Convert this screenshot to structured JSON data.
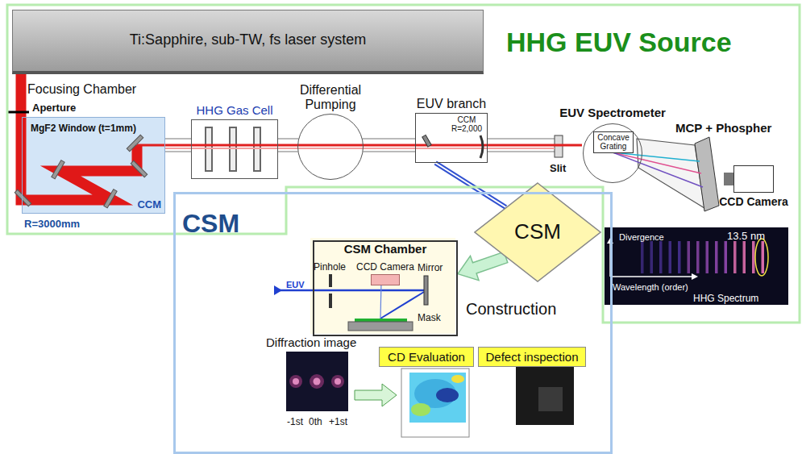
{
  "diagram": {
    "nodes": [
      {
        "text": [
          "HHG EUV Source"
        ]
      },
      {
        "text": [
          "Ti:Sapphire, sub-TW, fs laser system"
        ],
        "in": 0
      },
      {
        "text": [
          "Focusing Chamber",
          "MgF2 Window (t=1mm)",
          "CCM"
        ],
        "in": 0
      },
      {
        "text": [
          "HHG Gas Cell"
        ],
        "in": 0
      },
      {
        "text": [
          "Differential Pumping"
        ],
        "in": 0
      },
      {
        "text": [
          "EUV branch",
          "CCM R=2,000"
        ],
        "in": 0
      },
      {
        "text": [
          "EUV Spectrometer"
        ],
        "in": 0
      },
      {
        "text": [
          "Concave Grating"
        ],
        "in": 6
      },
      {
        "text": [
          "CCD Camera"
        ],
        "in": 0
      },
      {
        "text": [
          "CSM"
        ]
      },
      {
        "text": [
          "CSM"
        ]
      },
      {
        "text": [
          "CSM Chamber"
        ],
        "in": 10
      },
      {
        "text": [
          "CCD Camera"
        ],
        "in": 11
      },
      {
        "text": [
          "CD Evaluation"
        ],
        "in": 10
      },
      {
        "text": [
          "Defect inspection"
        ],
        "in": 10
      },
      {
        "text": [
          "Divergence",
          "Wavelength (order)",
          "13.5 nm",
          "HHG Spectrum"
        ],
        "in": 0
      }
    ],
    "edges": [
      {
        "from": 5,
        "to": 9,
        "arrow": "none"
      },
      {
        "from": 9,
        "to": 11,
        "arrow": "to"
      }
    ],
    "labels": [
      "Aperture",
      "R=3000mm",
      "Slit",
      "MCP + Phospher",
      "EUV",
      "Pinhole",
      "Mirror",
      "Mask",
      "Construction",
      "Diffraction image",
      "-1st",
      "0th",
      "+1st"
    ]
  }
}
